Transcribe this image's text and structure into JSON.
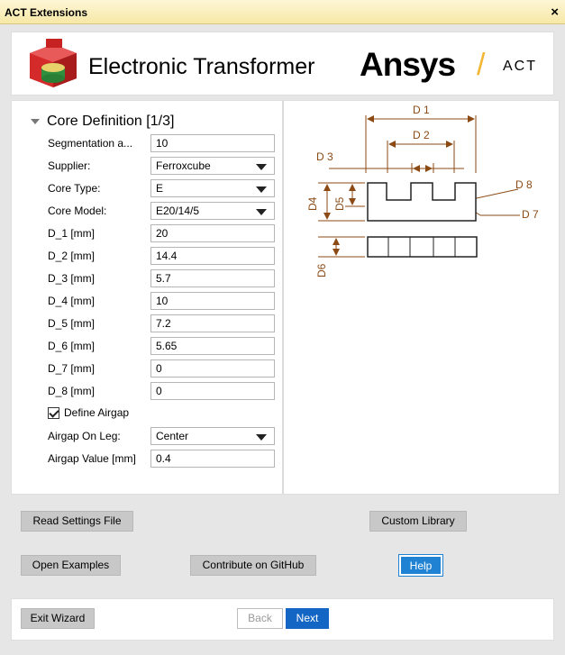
{
  "window": {
    "title": "ACT Extensions",
    "close_glyph": "×"
  },
  "header": {
    "app_title": "Electronic Transformer",
    "brand": "Ansys",
    "brand_suffix": "ACT",
    "brand_slash": "/",
    "brand_accent": "#f2b632"
  },
  "section": {
    "title": "Core Definition [1/3]"
  },
  "fields": [
    {
      "label": "Segmentation a...",
      "value": "10",
      "type": "text"
    },
    {
      "label": "Supplier:",
      "value": "Ferroxcube",
      "type": "select"
    },
    {
      "label": "Core Type:",
      "value": "E",
      "type": "select"
    },
    {
      "label": "Core Model:",
      "value": "E20/14/5",
      "type": "select"
    },
    {
      "label": "D_1 [mm]",
      "value": "20",
      "type": "text"
    },
    {
      "label": "D_2 [mm]",
      "value": "14.4",
      "type": "text"
    },
    {
      "label": "D_3 [mm]",
      "value": "5.7",
      "type": "text"
    },
    {
      "label": "D_4 [mm]",
      "value": "10",
      "type": "text"
    },
    {
      "label": "D_5 [mm]",
      "value": "7.2",
      "type": "text"
    },
    {
      "label": "D_6 [mm]",
      "value": "5.65",
      "type": "text"
    },
    {
      "label": "D_7 [mm]",
      "value": "0",
      "type": "text"
    },
    {
      "label": "D_8 [mm]",
      "value": "0",
      "type": "text"
    }
  ],
  "airgap": {
    "checkbox_label": "Define Airgap",
    "checked": true,
    "leg_label": "Airgap On Leg:",
    "leg_value": "Center",
    "value_label": "Airgap Value [mm]",
    "value": "0.4"
  },
  "diagram_labels": {
    "d1": "D 1",
    "d2": "D 2",
    "d3": "D 3",
    "d4": "D4",
    "d5": "D5",
    "d6": "D6",
    "d7": "D 7",
    "d8": "D 8"
  },
  "dimension_color": "#8b4a14",
  "buttons": {
    "read_settings": "Read Settings File",
    "custom_library": "Custom Library",
    "open_examples": "Open Examples",
    "contribute": "Contribute on GitHub",
    "help": "Help",
    "exit": "Exit Wizard",
    "back": "Back",
    "next": "Next"
  }
}
